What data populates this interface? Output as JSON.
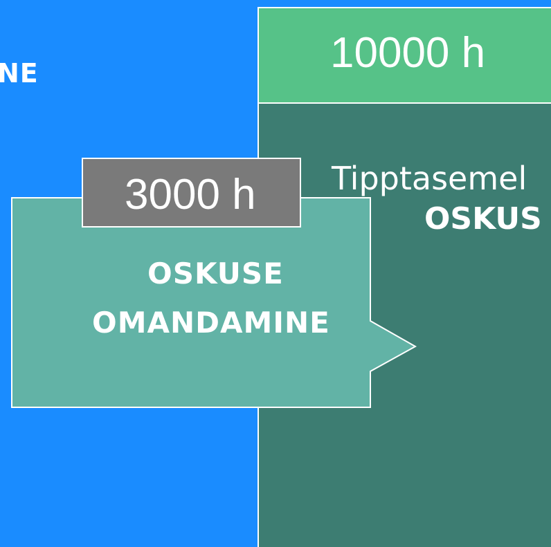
{
  "left": {
    "label": "NE"
  },
  "right": {
    "top_box": "10000 h",
    "line1": "Tipptasemel",
    "line2": "OSKUS"
  },
  "callout": {
    "line1": "OSKUSE",
    "line2": "OMANDAMINE"
  },
  "hours_box": "3000 h",
  "colors": {
    "left_bg": "#1a8cff",
    "right_top": "#56c288",
    "right_bg": "#3d7d72",
    "callout": "#62b3a6",
    "hours_bg": "#7a7a7a",
    "text": "#ffffff"
  }
}
